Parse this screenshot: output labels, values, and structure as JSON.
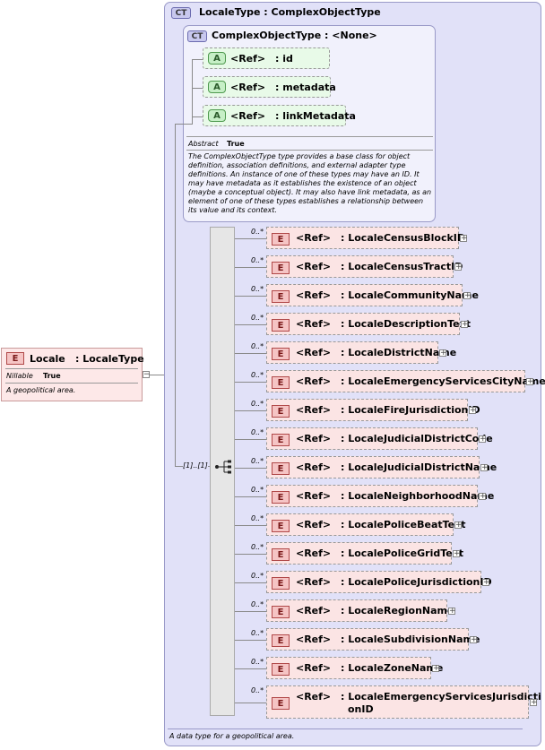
{
  "root": {
    "badge": "E",
    "name": "Locale",
    "type": ": LocaleType",
    "nillable_label": "Nillable",
    "nillable_value": "True",
    "doc": "A geopolitical area."
  },
  "complex_type": {
    "badge": "CT",
    "title": "LocaleType : ComplexObjectType",
    "doc": "A data type for a geopolitical area."
  },
  "base_type": {
    "badge": "CT",
    "title": "ComplexObjectType : <None>",
    "abstract_label": "Abstract",
    "abstract_value": "True",
    "doc": "The ComplexObjectType type provides a base class for object definition, association definitions, and external adapter type definitions. An instance of one of these types may have an ID. It may have metadata as it establishes the existence of an object (maybe a conceptual object). It may also have link metadata, as an element of one of these types establishes a relationship between its value and its context.",
    "attributes": [
      {
        "badge": "A",
        "ref": "<Ref>",
        "name": ": id"
      },
      {
        "badge": "A",
        "ref": "<Ref>",
        "name": ": metadata"
      },
      {
        "badge": "A",
        "ref": "<Ref>",
        "name": ": linkMetadata"
      }
    ]
  },
  "sequence": {
    "cardinality": "[1]..[1]"
  },
  "elements": [
    {
      "badge": "E",
      "card": "0..*",
      "ref": "<Ref>",
      "name": ": LocaleCensusBlockID"
    },
    {
      "badge": "E",
      "card": "0..*",
      "ref": "<Ref>",
      "name": ": LocaleCensusTractID"
    },
    {
      "badge": "E",
      "card": "0..*",
      "ref": "<Ref>",
      "name": ": LocaleCommunityName"
    },
    {
      "badge": "E",
      "card": "0..*",
      "ref": "<Ref>",
      "name": ": LocaleDescriptionText"
    },
    {
      "badge": "E",
      "card": "0..*",
      "ref": "<Ref>",
      "name": ": LocaleDistrictName"
    },
    {
      "badge": "E",
      "card": "0..*",
      "ref": "<Ref>",
      "name": ": LocaleEmergencyServicesCityName"
    },
    {
      "badge": "E",
      "card": "0..*",
      "ref": "<Ref>",
      "name": ": LocaleFireJurisdictionID"
    },
    {
      "badge": "E",
      "card": "0..*",
      "ref": "<Ref>",
      "name": ": LocaleJudicialDistrictCode"
    },
    {
      "badge": "E",
      "card": "0..*",
      "ref": "<Ref>",
      "name": ": LocaleJudicialDistrictName"
    },
    {
      "badge": "E",
      "card": "0..*",
      "ref": "<Ref>",
      "name": ": LocaleNeighborhoodName"
    },
    {
      "badge": "E",
      "card": "0..*",
      "ref": "<Ref>",
      "name": ": LocalePoliceBeatText"
    },
    {
      "badge": "E",
      "card": "0..*",
      "ref": "<Ref>",
      "name": ": LocalePoliceGridText"
    },
    {
      "badge": "E",
      "card": "0..*",
      "ref": "<Ref>",
      "name": ": LocalePoliceJurisdictionID"
    },
    {
      "badge": "E",
      "card": "0..*",
      "ref": "<Ref>",
      "name": ": LocaleRegionName"
    },
    {
      "badge": "E",
      "card": "0..*",
      "ref": "<Ref>",
      "name": ": LocaleSubdivisionName"
    },
    {
      "badge": "E",
      "card": "0..*",
      "ref": "<Ref>",
      "name": ": LocaleZoneName"
    },
    {
      "badge": "E",
      "card": "0..*",
      "ref": "<Ref>",
      "name": ": LocaleEmergencyServicesJurisdictionID",
      "name_line1": ": LocaleEmergencyServicesJurisdicti",
      "name_line2": "onID"
    }
  ],
  "expand_symbol": "+",
  "collapse_symbol": "−"
}
